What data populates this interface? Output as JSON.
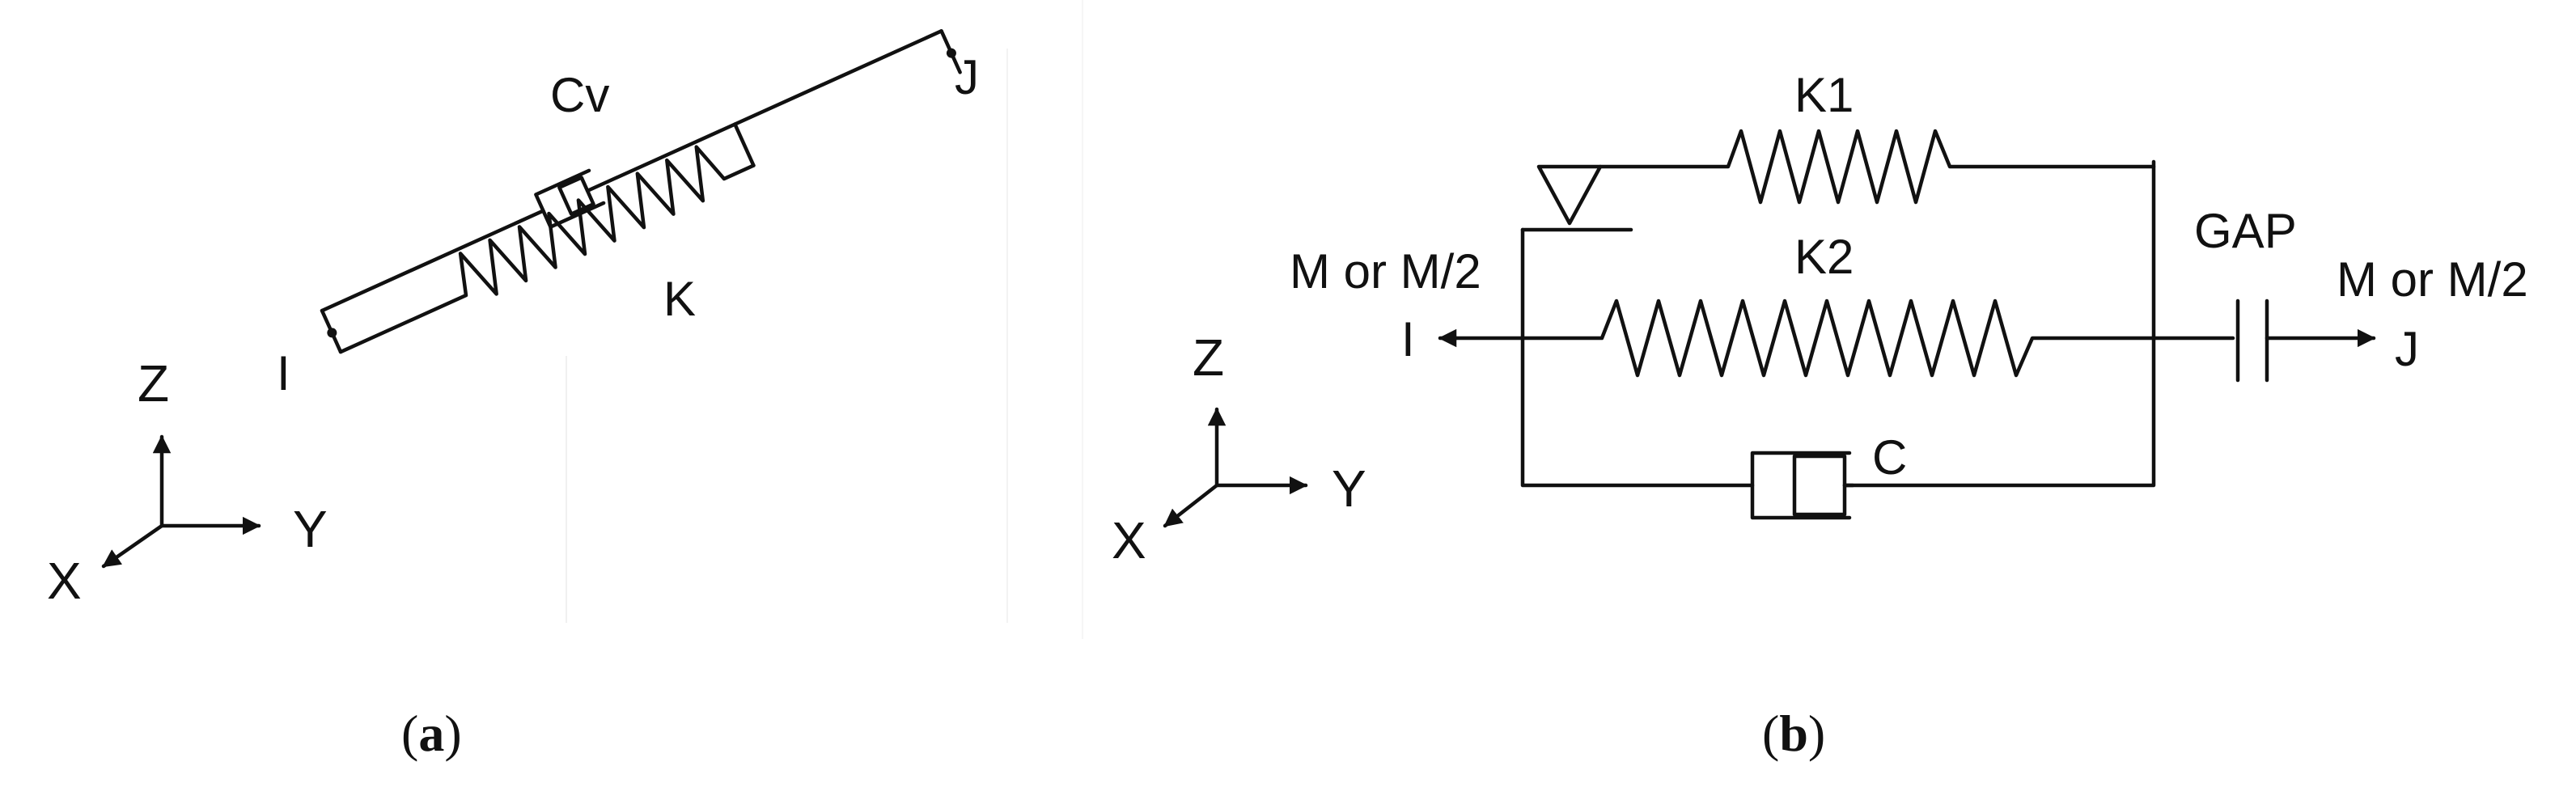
{
  "panel_a": {
    "labels": {
      "damper": "Cv",
      "spring": "K",
      "node_i": "I",
      "node_j": "J"
    },
    "axes": {
      "z": "Z",
      "y": "Y",
      "x": "X"
    },
    "caption": {
      "open": "(",
      "letter": "a",
      "close": ")"
    }
  },
  "panel_b": {
    "labels": {
      "spring_top": "K1",
      "spring_mid": "K2",
      "damper": "C",
      "gap": "GAP",
      "mass_left": "M or M/2",
      "mass_right": "M or M/2",
      "node_i": "I",
      "node_j": "J"
    },
    "axes": {
      "z": "Z",
      "y": "Y",
      "x": "X"
    },
    "caption": {
      "open": "(",
      "letter": "b",
      "close": ")"
    }
  }
}
